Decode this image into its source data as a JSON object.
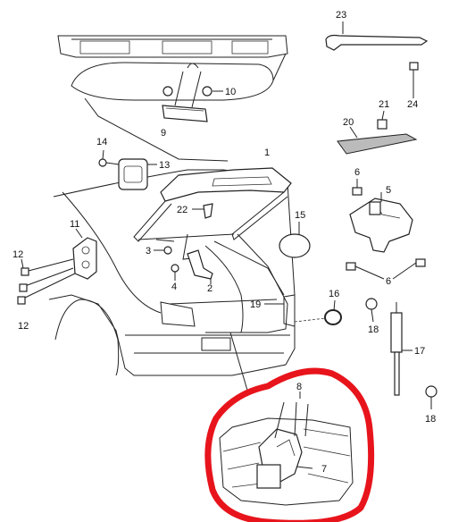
{
  "labels": {
    "p1": "1",
    "p2": "2",
    "p3": "3",
    "p4": "4",
    "p5": "5",
    "p6a": "6",
    "p6b": "6",
    "p7": "7",
    "p8": "8",
    "p9": "9",
    "p10": "10",
    "p11": "11",
    "p12a": "12",
    "p12b": "12",
    "p13": "13",
    "p14": "14",
    "p15": "15",
    "p16": "16",
    "p17": "17",
    "p18a": "18",
    "p18b": "18",
    "p19": "19",
    "p20": "20",
    "p21": "21",
    "p22": "22",
    "p23": "23",
    "p24": "24"
  },
  "colors": {
    "highlight": "#e8141c",
    "line": "#222222",
    "background": "#ffffff"
  }
}
